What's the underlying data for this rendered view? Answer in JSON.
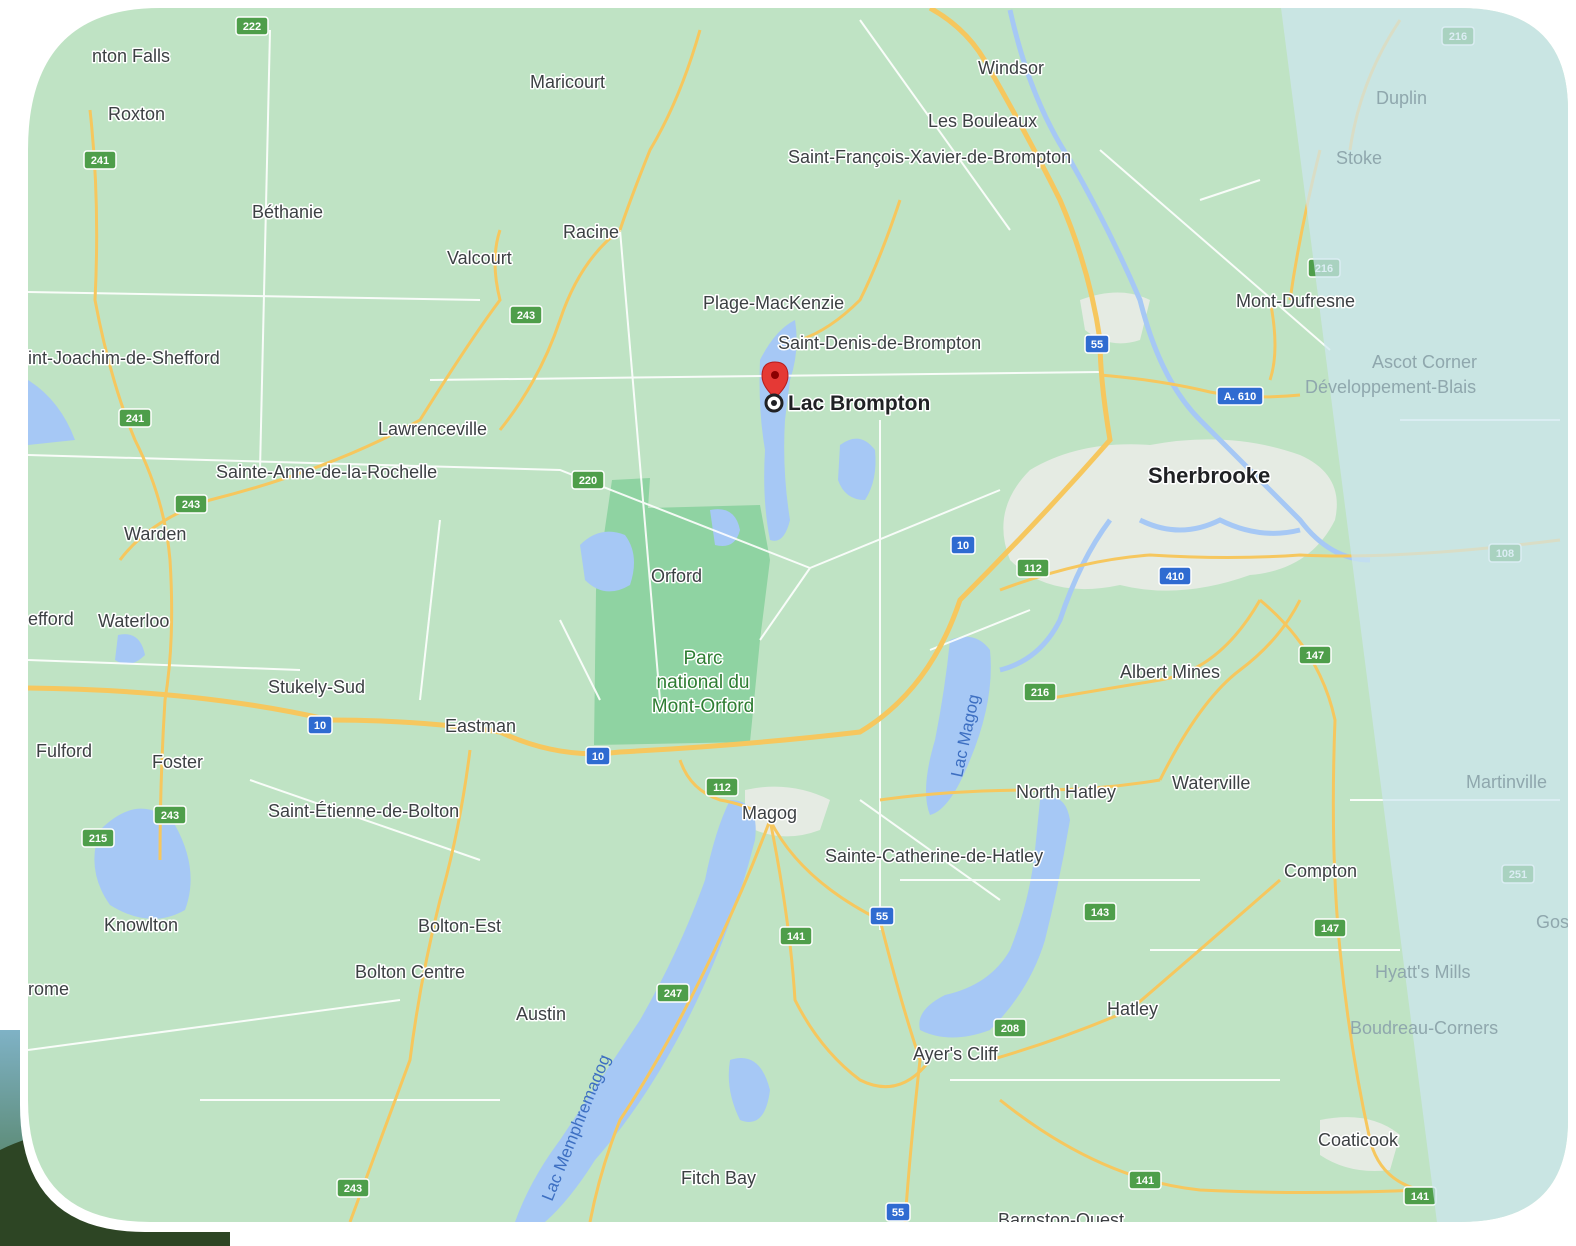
{
  "map": {
    "selected_place": "Lac Brompton",
    "cities": [
      "Sherbrooke"
    ],
    "places": [
      {
        "name": "Granby Falls",
        "text": "nton Falls"
      },
      {
        "name": "Maricourt",
        "text": "Maricourt"
      },
      {
        "name": "Windsor",
        "text": "Windsor"
      },
      {
        "name": "Roxton",
        "text": "Roxton"
      },
      {
        "name": "Les Bouleaux",
        "text": "Les Bouleaux"
      },
      {
        "name": "Saint-François-Xavier-de-Brompton",
        "text": "Saint-François-Xavier-de-Brompton"
      },
      {
        "name": "Béthanie",
        "text": "Béthanie"
      },
      {
        "name": "Racine",
        "text": "Racine"
      },
      {
        "name": "Valcourt",
        "text": "Valcourt"
      },
      {
        "name": "Plage-MacKenzie",
        "text": "Plage-MacKenzie"
      },
      {
        "name": "Saint-Denis-de-Brompton",
        "text": "Saint-Denis-de-Brompton"
      },
      {
        "name": "Mont-Dufresne",
        "text": "Mont-Dufresne"
      },
      {
        "name": "Saint-Joachim-de-Shefford",
        "text": "int-Joachim-de-Shefford"
      },
      {
        "name": "Lawrenceville",
        "text": "Lawrenceville"
      },
      {
        "name": "Sainte-Anne-de-la-Rochelle",
        "text": "Sainte-Anne-de-la-Rochelle"
      },
      {
        "name": "Warden",
        "text": "Warden"
      },
      {
        "name": "Orford",
        "text": "Orford"
      },
      {
        "name": "Shefford",
        "text": "efford"
      },
      {
        "name": "Waterloo",
        "text": "Waterloo"
      },
      {
        "name": "Stukely-Sud",
        "text": "Stukely-Sud"
      },
      {
        "name": "Eastman",
        "text": "Eastman"
      },
      {
        "name": "Albert Mines",
        "text": "Albert Mines"
      },
      {
        "name": "Fulford",
        "text": "Fulford"
      },
      {
        "name": "Foster",
        "text": "Foster"
      },
      {
        "name": "Saint-Étienne-de-Bolton",
        "text": "Saint-Étienne-de-Bolton"
      },
      {
        "name": "Magog",
        "text": "Magog"
      },
      {
        "name": "North Hatley",
        "text": "North Hatley"
      },
      {
        "name": "Waterville",
        "text": "Waterville"
      },
      {
        "name": "Sainte-Catherine-de-Hatley",
        "text": "Sainte-Catherine-de-Hatley"
      },
      {
        "name": "Compton",
        "text": "Compton"
      },
      {
        "name": "Knowlton",
        "text": "Knowlton"
      },
      {
        "name": "Bolton-Est",
        "text": "Bolton-Est"
      },
      {
        "name": "Bolton Centre",
        "text": "Bolton Centre"
      },
      {
        "name": "Brome",
        "text": "rome"
      },
      {
        "name": "Austin",
        "text": "Austin"
      },
      {
        "name": "Hatley",
        "text": "Hatley"
      },
      {
        "name": "Ayer's Cliff",
        "text": "Ayer's Cliff"
      },
      {
        "name": "Coaticook",
        "text": "Coaticook"
      },
      {
        "name": "Fitch Bay",
        "text": "Fitch Bay"
      },
      {
        "name": "Barnston-Ouest",
        "text": "Barnston-Ouest"
      }
    ],
    "faded_places": [
      {
        "name": "Duplin",
        "text": "Duplin"
      },
      {
        "name": "Stoke",
        "text": "Stoke"
      },
      {
        "name": "Ascot Corner",
        "text": "Ascot Corner"
      },
      {
        "name": "Développement-Blais",
        "text": "Développement-Blais"
      },
      {
        "name": "Martinville",
        "text": "Martinville"
      },
      {
        "name": "Hyatt's Mills",
        "text": "Hyatt's Mills"
      },
      {
        "name": "Boudreau-Corners",
        "text": "Boudreau-Corners"
      },
      {
        "name": "Gosford",
        "text": "Gos"
      }
    ],
    "park": [
      "Parc",
      "national du",
      "Mont-Orford"
    ],
    "water_labels": [
      "Lac Magog",
      "Lac Memphremagog"
    ],
    "route_shields": [
      {
        "number": "222",
        "type": "provincial"
      },
      {
        "number": "241",
        "type": "provincial"
      },
      {
        "number": "243",
        "type": "provincial"
      },
      {
        "number": "241",
        "type": "provincial"
      },
      {
        "number": "243",
        "type": "provincial"
      },
      {
        "number": "220",
        "type": "provincial"
      },
      {
        "number": "216",
        "type": "provincial"
      },
      {
        "number": "55",
        "type": "autoroute"
      },
      {
        "number": "A. 610",
        "type": "autoroute"
      },
      {
        "number": "10",
        "type": "autoroute"
      },
      {
        "number": "112",
        "type": "provincial"
      },
      {
        "number": "410",
        "type": "autoroute"
      },
      {
        "number": "147",
        "type": "provincial"
      },
      {
        "number": "216",
        "type": "provincial"
      },
      {
        "number": "10",
        "type": "autoroute"
      },
      {
        "number": "10",
        "type": "autoroute"
      },
      {
        "number": "112",
        "type": "provincial"
      },
      {
        "number": "243",
        "type": "provincial"
      },
      {
        "number": "215",
        "type": "provincial"
      },
      {
        "number": "55",
        "type": "autoroute"
      },
      {
        "number": "143",
        "type": "provincial"
      },
      {
        "number": "147",
        "type": "provincial"
      },
      {
        "number": "141",
        "type": "provincial"
      },
      {
        "number": "247",
        "type": "provincial"
      },
      {
        "number": "208",
        "type": "provincial"
      },
      {
        "number": "243",
        "type": "provincial"
      },
      {
        "number": "141",
        "type": "provincial"
      },
      {
        "number": "141",
        "type": "provincial"
      },
      {
        "number": "55",
        "type": "autoroute"
      },
      {
        "number": "108",
        "type": "provincial"
      },
      {
        "number": "251",
        "type": "provincial"
      },
      {
        "number": "216",
        "type": "provincial"
      }
    ],
    "colors": {
      "land": "#bfe3c4",
      "park": "#8fd3a2",
      "water": "#a6c8f5",
      "road_major": "#f6c75e",
      "road_minor": "#ffffff",
      "urban": "#e8ece6",
      "pin": "#e53935",
      "overlay": "#cde6ee",
      "frame": "#ffffff",
      "shield_provincial": "#4e9e4a",
      "shield_autoroute": "#2f6bd1"
    }
  }
}
